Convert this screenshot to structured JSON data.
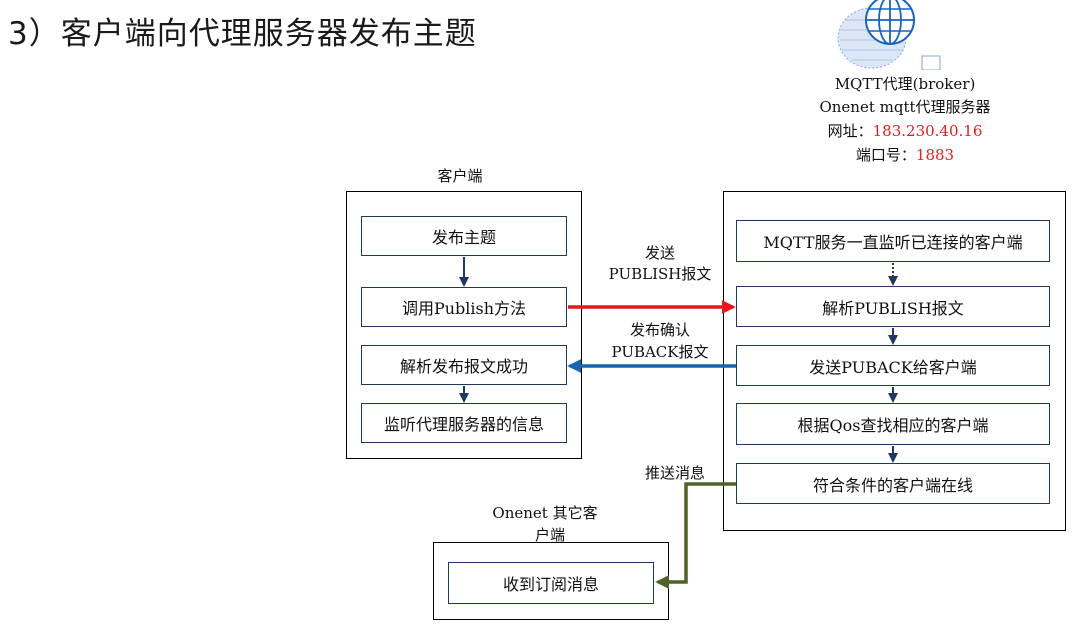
{
  "title": "3）客户端向代理服务器发布主题",
  "broker": {
    "line1": "MQTT代理(broker)",
    "line2": "Onenet mqtt代理服务器",
    "addr_label": "网址：",
    "addr_value": "183.230.40.16",
    "port_label": "端口号：",
    "port_value": "1883",
    "icon": "globe-icon"
  },
  "client": {
    "label": "客户端",
    "steps": [
      "发布主题",
      "调用Publish方法",
      "解析发布报文成功",
      "监听代理服务器的信息"
    ]
  },
  "server": {
    "steps": [
      "MQTT服务一直监听已连接的客户端",
      "解析PUBLISH报文",
      "发送PUBACK给客户端",
      "根据Qos查找相应的客户端",
      "符合条件的客户端在线"
    ]
  },
  "arrows": {
    "send_line1": "发送",
    "send_line2": "PUBLISH报文",
    "ack_line1": "发布确认",
    "ack_line2": "PUBACK报文",
    "push": "推送消息",
    "colors": {
      "send": "#e8151b",
      "ack": "#1565b0",
      "push": "#4f6228",
      "flow": "#1f3864"
    }
  },
  "other_client": {
    "label_line1": "Onenet 其它客",
    "label_line2": "户端",
    "step": "收到订阅消息"
  }
}
